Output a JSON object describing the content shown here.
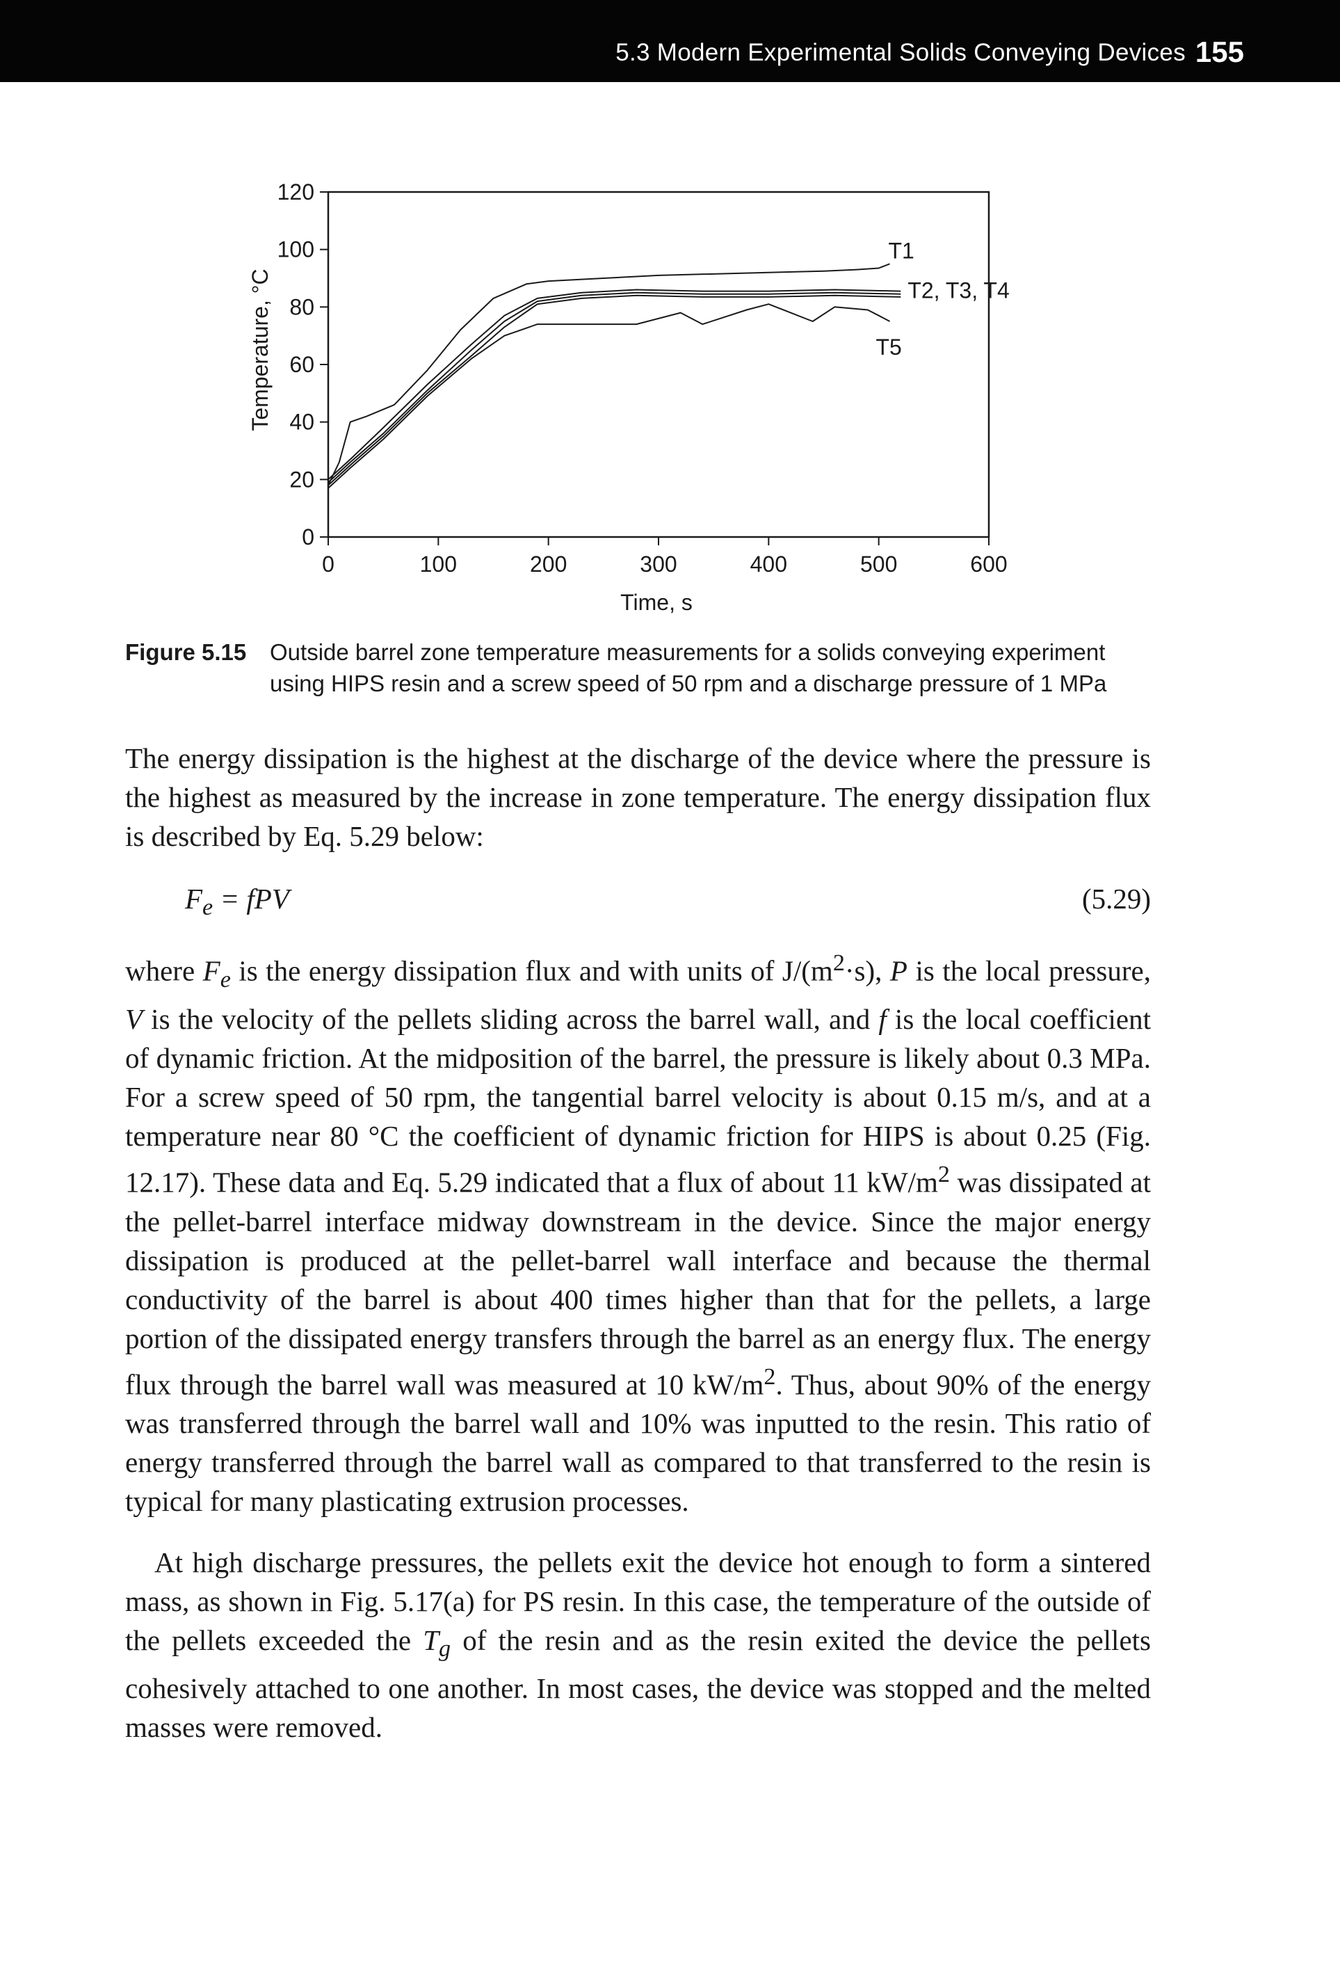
{
  "header": {
    "section": "5.3 Modern Experimental Solids Conveying Devices",
    "page_number": "155"
  },
  "figure": {
    "label": "Figure 5.15",
    "caption_line1": "Outside barrel zone temperature measurements for a solids conveying experiment",
    "caption_line2": "using HIPS resin and a screw speed of 50 rpm and a discharge pressure of 1 MPa"
  },
  "chart_data": {
    "type": "line",
    "xlabel": "Time, s",
    "ylabel": "Temperature, °C",
    "xlim": [
      0,
      600
    ],
    "ylim": [
      0,
      120
    ],
    "xticks": [
      "0",
      "100",
      "200",
      "300",
      "400",
      "500",
      "600"
    ],
    "yticks": [
      "0",
      "20",
      "40",
      "60",
      "80",
      "100",
      "120"
    ],
    "grid": false,
    "legend": "inline labels at right end of curves",
    "series": [
      {
        "name": "T1",
        "label": "T1",
        "points": [
          [
            0,
            18
          ],
          [
            10,
            26
          ],
          [
            20,
            40
          ],
          [
            35,
            42
          ],
          [
            60,
            46
          ],
          [
            90,
            58
          ],
          [
            120,
            72
          ],
          [
            150,
            83
          ],
          [
            180,
            88
          ],
          [
            200,
            89
          ],
          [
            250,
            90
          ],
          [
            300,
            91
          ],
          [
            400,
            92
          ],
          [
            450,
            92.5
          ],
          [
            480,
            93
          ],
          [
            500,
            93.5
          ],
          [
            510,
            95
          ]
        ]
      },
      {
        "name": "T2",
        "label": "T2, T3, T4",
        "points": [
          [
            0,
            20
          ],
          [
            20,
            27
          ],
          [
            50,
            38
          ],
          [
            90,
            53
          ],
          [
            130,
            67
          ],
          [
            160,
            77
          ],
          [
            190,
            83
          ],
          [
            230,
            85
          ],
          [
            280,
            86
          ],
          [
            340,
            85.5
          ],
          [
            400,
            85.5
          ],
          [
            460,
            86
          ],
          [
            520,
            85.5
          ]
        ]
      },
      {
        "name": "T3",
        "points": [
          [
            0,
            19
          ],
          [
            20,
            26
          ],
          [
            50,
            36
          ],
          [
            90,
            51
          ],
          [
            130,
            65
          ],
          [
            160,
            75
          ],
          [
            190,
            82
          ],
          [
            230,
            84
          ],
          [
            280,
            85
          ],
          [
            340,
            84.5
          ],
          [
            400,
            84.5
          ],
          [
            460,
            85
          ],
          [
            520,
            84.5
          ]
        ]
      },
      {
        "name": "T4",
        "points": [
          [
            0,
            18
          ],
          [
            20,
            25
          ],
          [
            50,
            35
          ],
          [
            90,
            50
          ],
          [
            130,
            63
          ],
          [
            160,
            73
          ],
          [
            190,
            81
          ],
          [
            230,
            83
          ],
          [
            280,
            84
          ],
          [
            340,
            83.5
          ],
          [
            400,
            83.5
          ],
          [
            460,
            84
          ],
          [
            520,
            83.5
          ]
        ]
      },
      {
        "name": "T5",
        "label": "T5",
        "points": [
          [
            0,
            17
          ],
          [
            20,
            24
          ],
          [
            50,
            34
          ],
          [
            90,
            49
          ],
          [
            130,
            62
          ],
          [
            160,
            70
          ],
          [
            190,
            74
          ],
          [
            240,
            74
          ],
          [
            280,
            74
          ],
          [
            320,
            78
          ],
          [
            340,
            74
          ],
          [
            380,
            79
          ],
          [
            400,
            81
          ],
          [
            420,
            78
          ],
          [
            440,
            75
          ],
          [
            460,
            80
          ],
          [
            490,
            79
          ],
          [
            500,
            77
          ],
          [
            510,
            75
          ]
        ]
      }
    ]
  },
  "paragraphs": {
    "p1": "The energy dissipation is the highest at the discharge of the device where the pressure is the highest as measured by the increase in zone temperature. The energy dissipation flux is described by Eq. 5.29 below:",
    "p2_pre": "where ",
    "p2_Fe_F": "F",
    "p2_Fe_sub": "e",
    "p2_a": " is the energy dissipation flux and with units of J/(m",
    "p2_a_sup": "2",
    "p2_b": "·s), ",
    "p2_P": "P",
    "p2_c": " is the local pressure, ",
    "p2_V": "V",
    "p2_d": " is the velocity of the pellets sliding across the barrel wall, and ",
    "p2_f": "f",
    "p2_e": " is the local coefficient of dynamic friction. At the midposition of the barrel, the pressure is likely about 0.3 MPa. For a screw speed of 50 rpm, the tangential barrel velocity is about 0.15 m/s, and at a temperature near 80 °C the coefficient of dynamic friction for HIPS is about 0.25 (Fig. 12.17). These data and Eq. 5.29 indicated that a flux of about 11 kW/m",
    "p2_e_sup": "2",
    "p2_g": " was dissipated at the pellet-barrel interface midway downstream in the device. Since the major energy dissipation is produced at the pellet-barrel wall interface and because the thermal conductivity of the barrel is about 400 times higher than that for the pellets, a large portion of the dissipated energy transfers through the barrel as an energy flux. The energy flux through the barrel wall was measured at 10 kW/m",
    "p2_g_sup": "2",
    "p2_h": ". Thus, about 90% of the energy was transferred through the barrel wall and 10% was inputted to the resin. This ratio of energy transferred through the barrel wall as compared to that transferred to the resin is typical for many plasticating extrusion processes.",
    "p3_a": "At high discharge pressures, the pellets exit the device hot enough to form a sintered mass, as shown in Fig. 5.17(a) for PS resin. In this case, the temperature of the outside of the pellets exceeded the ",
    "p3_Tg_T": "T",
    "p3_Tg_sub": "g",
    "p3_b": " of the resin and as the resin exited the device the pellets cohesively attached to one another. In most cases, the device was stopped and the melted masses were removed."
  },
  "equation": {
    "lhs_F": "F",
    "lhs_sub": "e",
    "rhs": " = fPV",
    "number": "(5.29)"
  }
}
